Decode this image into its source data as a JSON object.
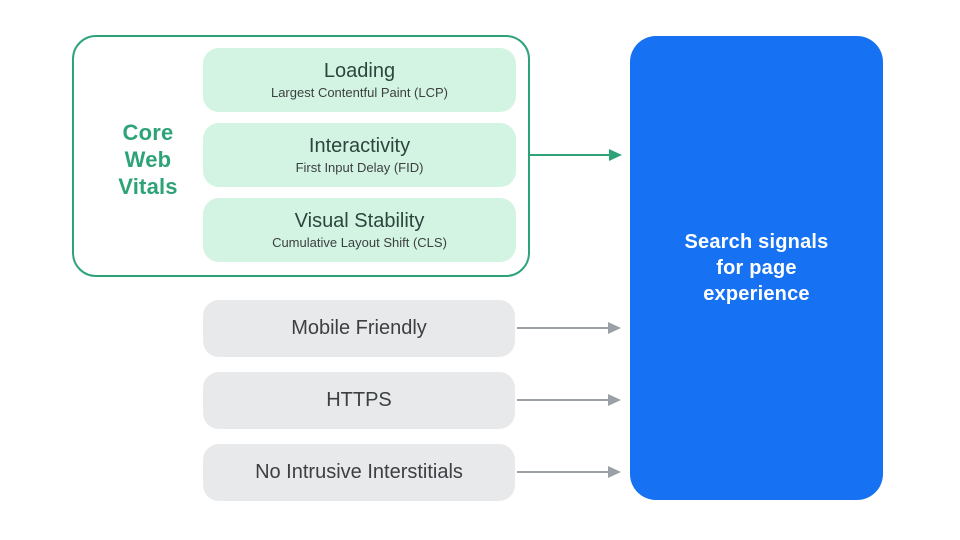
{
  "colors": {
    "green_accent": "#2fa378",
    "green_light_fill": "#d3f4e2",
    "gray_fill": "#e8e9eb",
    "gray_arrow": "#9aa0a6",
    "blue_fill": "#1772f3",
    "dark_text": "#3c4043",
    "vital_title_text": "#2d453e",
    "white_text": "#ffffff"
  },
  "core_web_vitals": {
    "label_lines": [
      "Core",
      "Web",
      "Vitals"
    ],
    "items": [
      {
        "title": "Loading",
        "subtitle": "Largest Contentful Paint (LCP)"
      },
      {
        "title": "Interactivity",
        "subtitle": "First Input Delay (FID)"
      },
      {
        "title": "Visual Stability",
        "subtitle": "Cumulative Layout Shift (CLS)"
      }
    ]
  },
  "other_signals": [
    {
      "label": "Mobile Friendly"
    },
    {
      "label": "HTTPS"
    },
    {
      "label": "No Intrusive Interstitials"
    }
  ],
  "result_box": {
    "lines": [
      "Search signals",
      "for page",
      "experience"
    ]
  }
}
